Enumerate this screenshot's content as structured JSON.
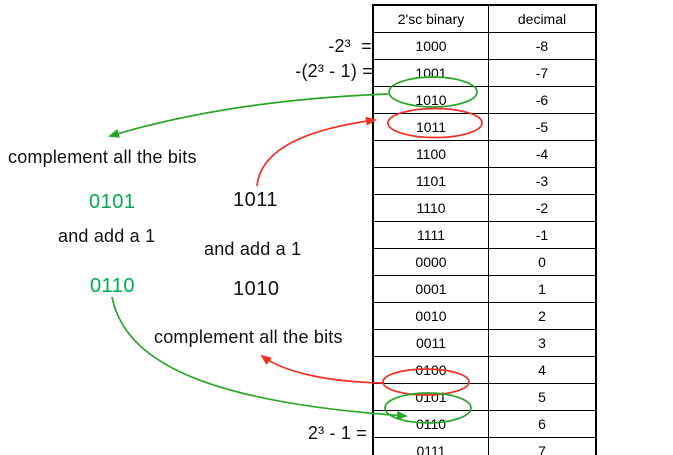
{
  "colors": {
    "green_text": "#00ab4e",
    "green_line": "#2aa52a",
    "red_line": "#ed3024",
    "black_text": "#111111"
  },
  "table": {
    "headers": [
      "2'sc binary",
      "decimal"
    ],
    "rows": [
      {
        "binary": "1000",
        "decimal": "-8"
      },
      {
        "binary": "1001",
        "decimal": "-7"
      },
      {
        "binary": "1010",
        "decimal": "-6"
      },
      {
        "binary": "1011",
        "decimal": "-5"
      },
      {
        "binary": "1100",
        "decimal": "-4"
      },
      {
        "binary": "1101",
        "decimal": "-3"
      },
      {
        "binary": "1110",
        "decimal": "-2"
      },
      {
        "binary": "1111",
        "decimal": "-1"
      },
      {
        "binary": "0000",
        "decimal": "0"
      },
      {
        "binary": "0001",
        "decimal": "1"
      },
      {
        "binary": "0010",
        "decimal": "2"
      },
      {
        "binary": "0011",
        "decimal": "3"
      },
      {
        "binary": "0100",
        "decimal": "4"
      },
      {
        "binary": "0101",
        "decimal": "5"
      },
      {
        "binary": "0110",
        "decimal": "6"
      },
      {
        "binary": "0111",
        "decimal": "7"
      }
    ]
  },
  "formulas": {
    "neg_pow": "-2³  =",
    "neg_pow_minus_one": "-(2³ - 1) =",
    "pos_pow_minus_one": "2³ - 1 ="
  },
  "annotations": {
    "complement_top": "complement all the bits",
    "green_result_top": "0101",
    "black_operand_top": "1011",
    "add_one_left": "and add a 1",
    "add_one_right": "and add a 1",
    "green_result_bottom": "0110",
    "black_operand_bottom": "1010",
    "complement_bottom": "complement all the bits"
  },
  "highlights": [
    {
      "binary": "1010",
      "color": "green"
    },
    {
      "binary": "1011",
      "color": "red"
    },
    {
      "binary": "0101",
      "color": "red"
    },
    {
      "binary": "0110",
      "color": "green"
    }
  ],
  "arrows": [
    {
      "name": "green-from-1010-to-complement-top",
      "color": "green"
    },
    {
      "name": "red-from-1011-label-to-1011-row",
      "color": "red"
    },
    {
      "name": "green-from-0110-label-to-0110-row",
      "color": "green"
    },
    {
      "name": "red-from-0101-row-to-complement-bottom",
      "color": "red"
    }
  ]
}
